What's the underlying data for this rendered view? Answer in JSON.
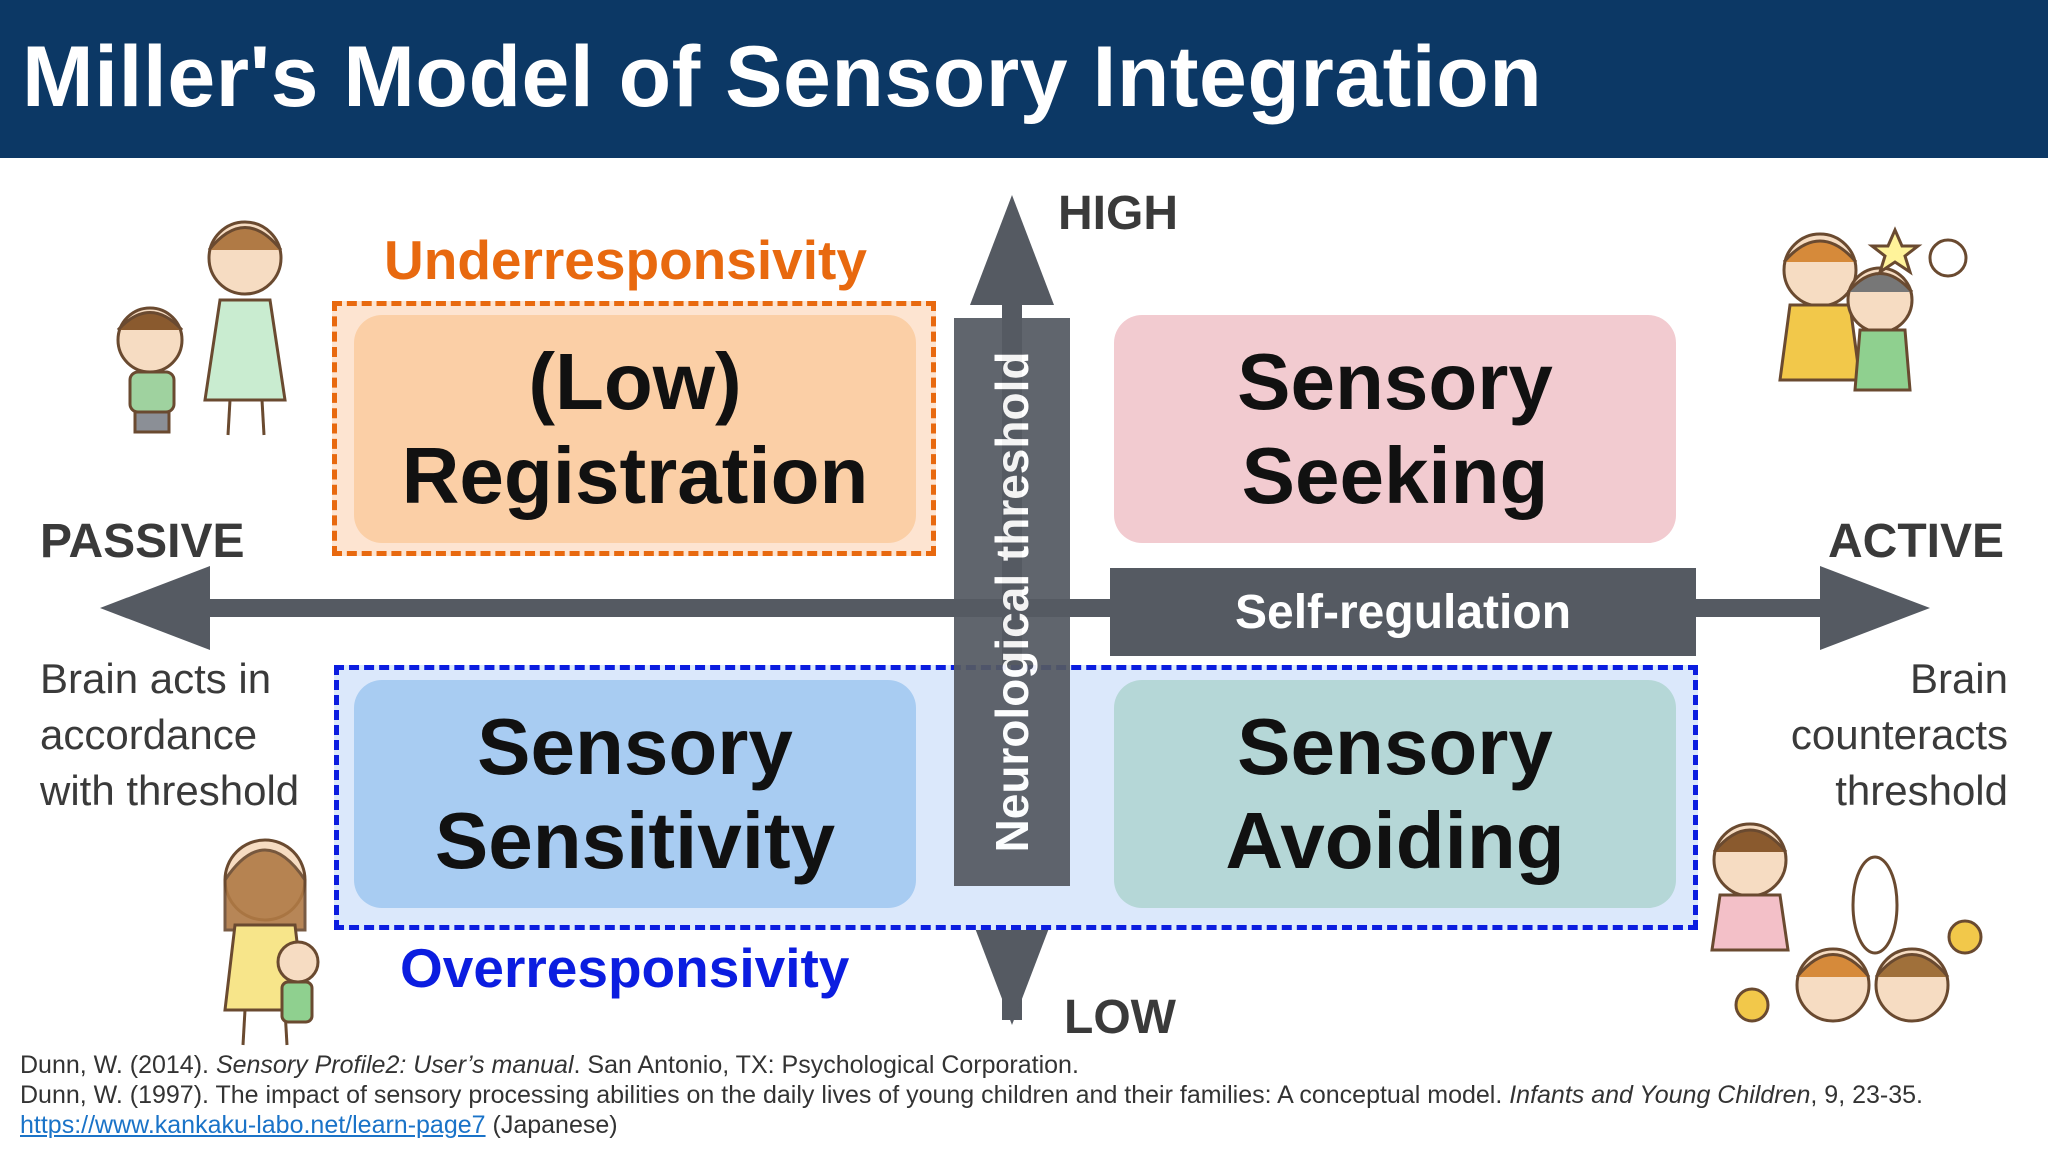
{
  "title": "Miller's Model of Sensory Integration",
  "axis": {
    "high": "HIGH",
    "low": "LOW",
    "passive": "PASSIVE",
    "active": "ACTIVE",
    "vertical_label": "Neurological threshold",
    "self_regulation": "Self-regulation"
  },
  "groups": {
    "under": "Underresponsivity",
    "over": "Overresponsivity"
  },
  "quadrants": {
    "low_registration": [
      "(Low)",
      "Registration"
    ],
    "seeking": [
      "Sensory",
      "Seeking"
    ],
    "sensitivity": [
      "Sensory",
      "Sensitivity"
    ],
    "avoiding": [
      "Sensory",
      "Avoiding"
    ]
  },
  "passive_desc": [
    "Brain acts in",
    "accordance",
    "with threshold"
  ],
  "active_desc": [
    "Brain",
    "counteracts",
    "threshold"
  ],
  "references": {
    "ref1_a": "Dunn, W. (2014). ",
    "ref1_b": "Sensory Profile2: User’s manual",
    "ref1_c": ". San Antonio, TX: Psychological Corporation.",
    "ref2_a": "Dunn, W. (1997). The impact of sensory processing abilities on the daily lives of young children and their families: A conceptual model. ",
    "ref2_b": "Infants and Young Children",
    "ref2_c": ", 9, 23-35.",
    "link": "https://www.kankaku-labo.net/learn-page7",
    "link_note": " (Japanese)"
  },
  "colors": {
    "header": "#0c3865",
    "orange": "#e8690f",
    "blue": "#0b1de0",
    "low_registration_bg": "#fbcfa6",
    "seeking_bg": "#f2cbd0",
    "sensitivity_bg": "#a8ccf2",
    "avoiding_bg": "#b5d7d7",
    "axis_gray": "#555a62"
  }
}
